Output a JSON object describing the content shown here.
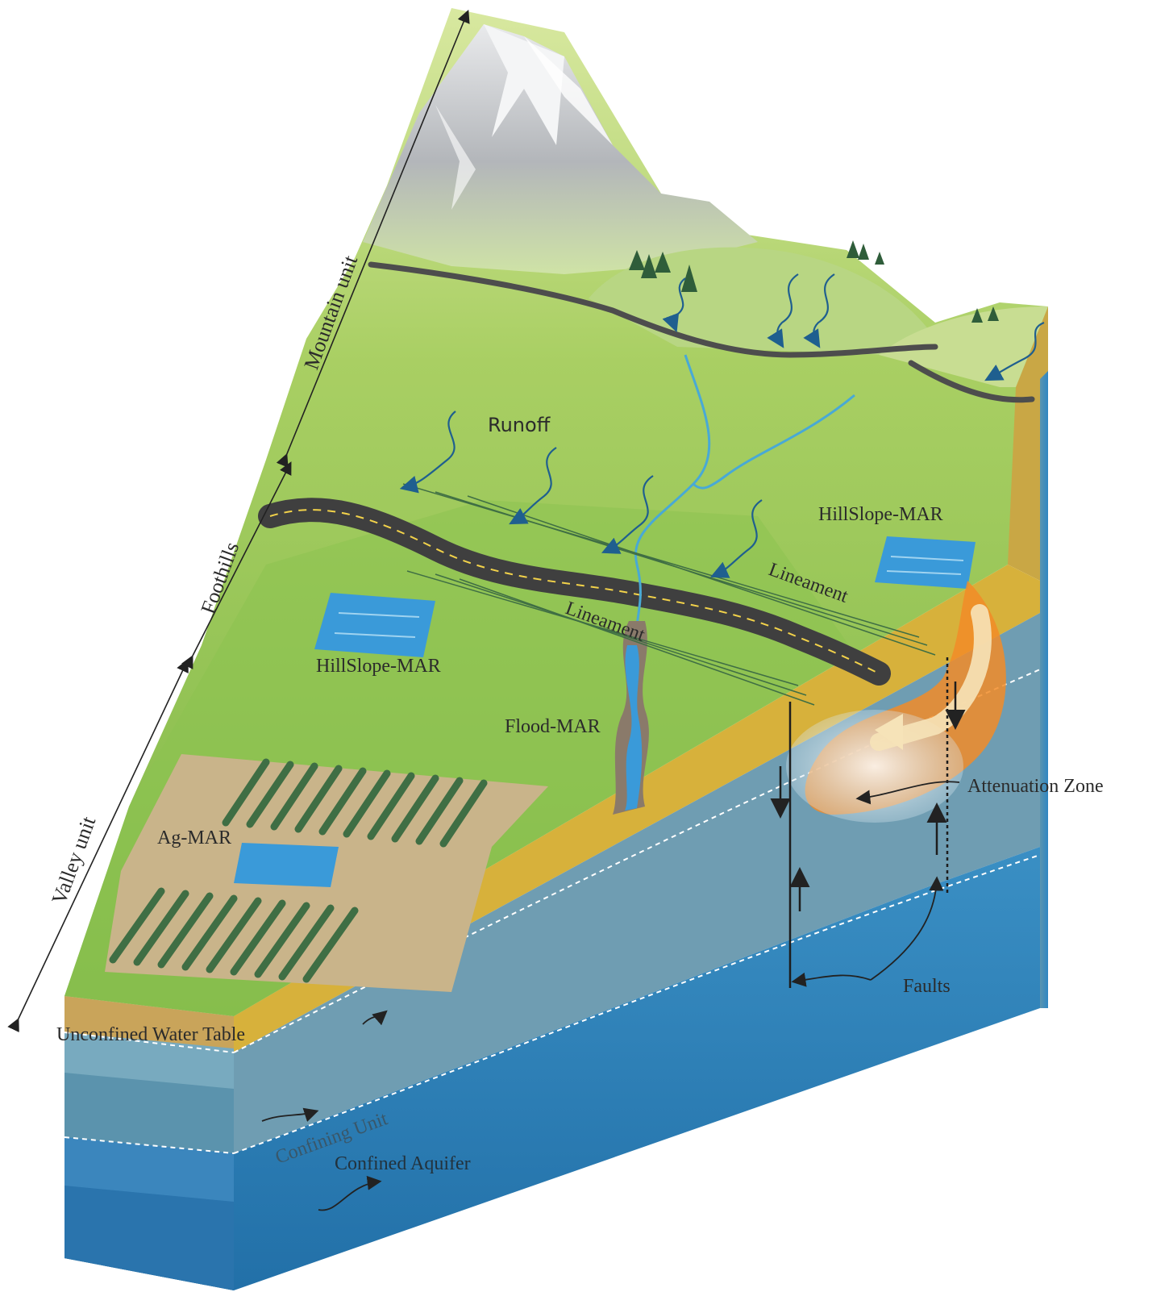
{
  "colors": {
    "grass_light": "#bcd97a",
    "grass": "#8cc152",
    "grass_dark": "#5f9a3a",
    "soil": "#c9b48a",
    "sand": "#d9b23d",
    "water_pond": "#3a9ad9",
    "stream": "#48a9d6",
    "confined_aquifer": "#2e86c1",
    "deep_aquifer": "#2a7bb3",
    "confining_unit": "#6fa3b5",
    "road": "#3f3f3f",
    "attenuation_orange": "#f28c28",
    "mountain_grey": "#b7b9bc",
    "snow": "#f4f5f6"
  },
  "labels": {
    "mountain_unit": "Mountain unit",
    "foothills": "Foothills",
    "valley_unit": "Valley unit",
    "runoff": "Runoff",
    "hillslope_mar_right": "HillSlope-MAR",
    "hillslope_mar_left": "HillSlope-MAR",
    "lineament_upper": "Lineament",
    "lineament_lower": "Lineament",
    "flood_mar": "Flood-MAR",
    "attenuation_zone": "Attenuation Zone",
    "ag_mar": "Ag-MAR",
    "faults": "Faults",
    "unconfined_water_table": "Unconfined Water Table",
    "confining_unit": "Confining Unit",
    "confined_aquifer": "Confined Aquifer"
  }
}
